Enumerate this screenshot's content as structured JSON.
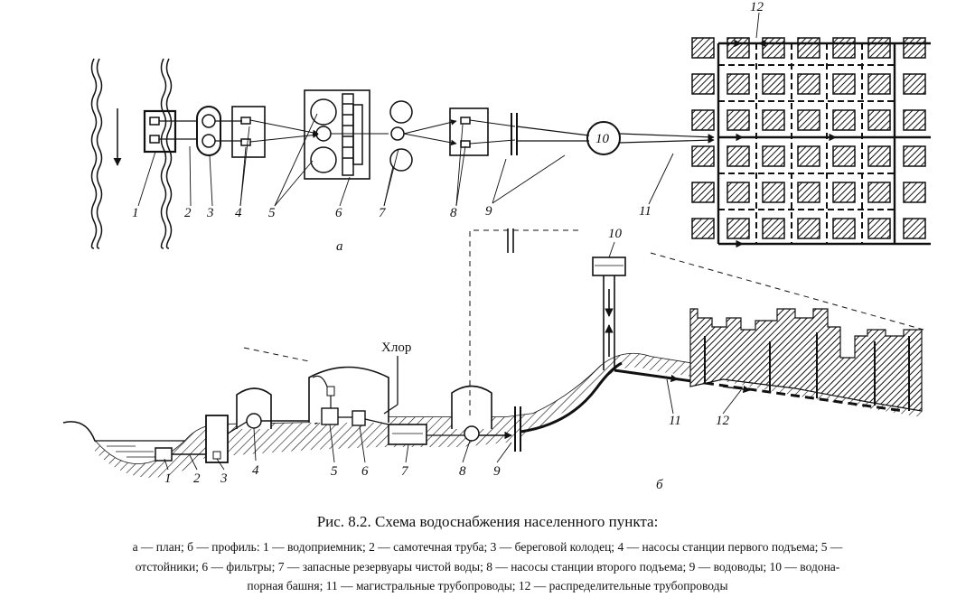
{
  "figure": {
    "caption_title": "Рис. 8.2. Схема водоснабжения населенного пункта:",
    "legend_lines": [
      "а — план; б — профиль: 1 — водоприемник; 2 — самотечная труба; 3 — береговой колодец; 4 — насосы станции первого подъема; 5 —",
      "отстойники; 6 — фильтры; 7 — запасные резервуары чистой воды; 8 — насосы станции второго подъема; 9 — водоводы; 10 — водона-",
      "порная башня; 11 — магистральные трубопроводы; 12 — распределительные трубопроводы"
    ]
  },
  "plan": {
    "panel_label": "а",
    "labels": [
      "1",
      "2",
      "3",
      "4",
      "5",
      "6",
      "7",
      "8",
      "9",
      "10",
      "11",
      "12"
    ],
    "tower_label": "10"
  },
  "profile": {
    "panel_label": "б",
    "chlorine_label": "Хлор",
    "labels": [
      "1",
      "2",
      "3",
      "4",
      "5",
      "6",
      "7",
      "8",
      "9",
      "10",
      "11",
      "12"
    ]
  },
  "colors": {
    "ink": "#111111",
    "paper": "#ffffff"
  }
}
